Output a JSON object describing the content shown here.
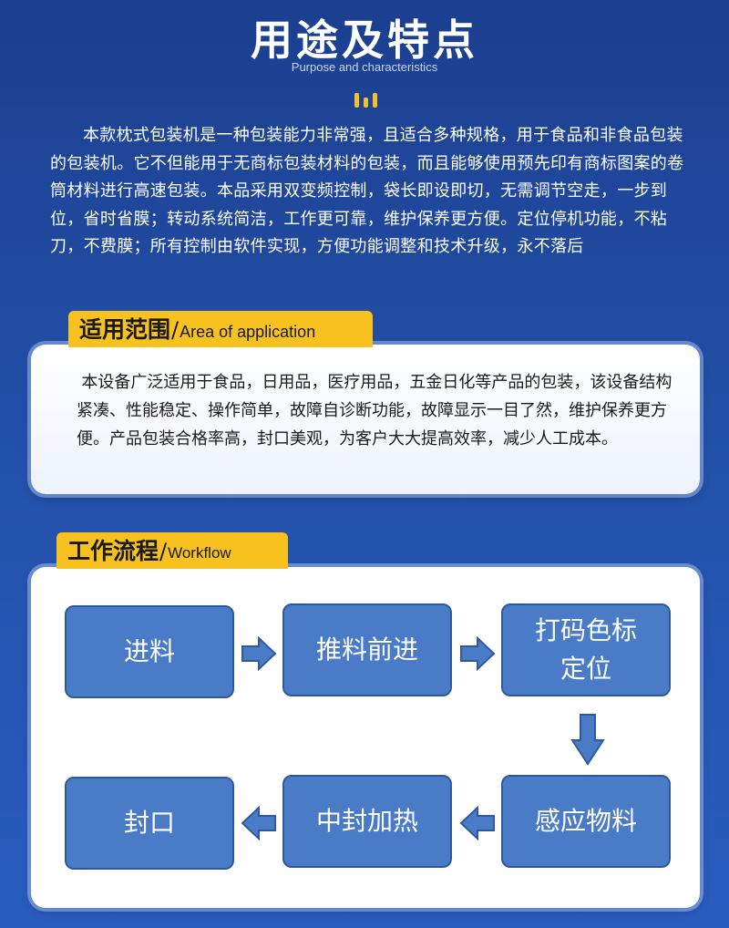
{
  "header": {
    "title": "用途及特点",
    "subtitle": "Purpose and characteristics"
  },
  "intro": "本款枕式包装机是一种包装能力非常强，且适合多种规格，用于食品和非食品包装的包装机。它不但能用于无商标包装材料的包装，而且能够使用预先印有商标图案的卷筒材料进行高速包装。本品采用双变频控制，袋长即设即切，无需调节空走，一步到位，省时省膜；转动系统简洁，工作更可靠，维护保养更方便。定位停机功能，不粘刀，不费膜；所有控制由软件实现，方便功能调整和技术升级，永不落后",
  "application": {
    "title_zh": "适用范围",
    "slash": "/",
    "title_en": "Area of application",
    "text": "本设备广泛适用于食品，日用品，医疗用品，五金日化等产品的包装，该设备结构紧凑、性能稳定、操作简单，故障自诊断功能，故障显示一目了然，维护保养更方便。产品包装合格率高，封口美观，为客户大大提高效率，减少人工成本。"
  },
  "workflow": {
    "title_zh": "工作流程",
    "slash": "/",
    "title_en": "Workflow",
    "steps": [
      "进料",
      "推料前进",
      "打码色标定位",
      "感应物料",
      "中封加热",
      "封口"
    ]
  },
  "colors": {
    "accent": "#f7c21f",
    "step_box": "#4a7bc7",
    "background": "#2250a8"
  }
}
